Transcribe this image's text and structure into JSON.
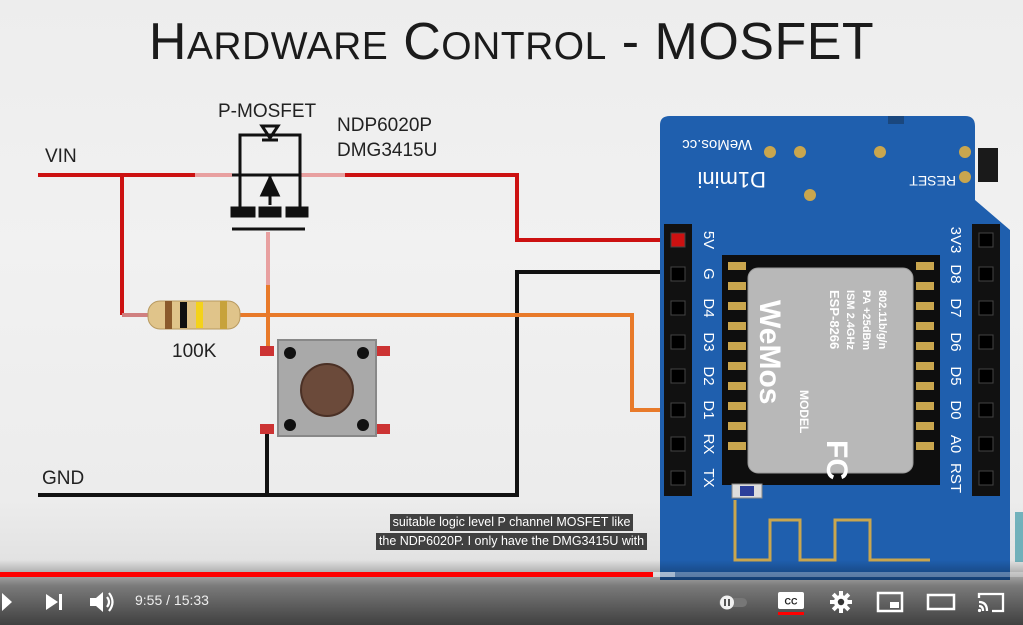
{
  "video": {
    "title_first_1": "H",
    "title_rest_1": "ARDWARE",
    "title_first_2": "C",
    "title_rest_2": "ONTROL",
    "title_tail": " - MOSFET",
    "caption_line1": "suitable logic level P channel MOSFET like",
    "caption_line2": "the NDP6020P. I only have the DMG3415U with"
  },
  "diagram": {
    "labels": {
      "vin": "VIN",
      "gnd": "GND",
      "mosfet_type": "P-MOSFET",
      "mosfet_part1": "NDP6020P",
      "mosfet_part2": "DMG3415U",
      "resistor": "100K"
    },
    "board": {
      "brand": "WeMos.cc",
      "name": "D1mini",
      "reset": "RESET",
      "left_pins": [
        "5V",
        "G",
        "D4",
        "D3",
        "D2",
        "D1",
        "RX",
        "TX"
      ],
      "right_pins": [
        "3V3",
        "D8",
        "D7",
        "D6",
        "D5",
        "D0",
        "A0",
        "RST"
      ],
      "module_lines": [
        "ESP-8266",
        "ISM 2.4GHz",
        "PA +25dBm",
        "802.11b/g/n"
      ],
      "module_model": "MODEL",
      "module_brand": "WeMos"
    },
    "colors": {
      "power": "#cc1111",
      "ground": "#111111",
      "signal": "#e87a2a",
      "board": "#1f5fae"
    }
  },
  "player": {
    "current_time": "9:55",
    "separator": " / ",
    "duration": "15:33",
    "played_fraction": 0.638,
    "loaded_fraction": 0.66,
    "cc_label": "CC",
    "colors": {
      "played": "#ff0000"
    }
  }
}
